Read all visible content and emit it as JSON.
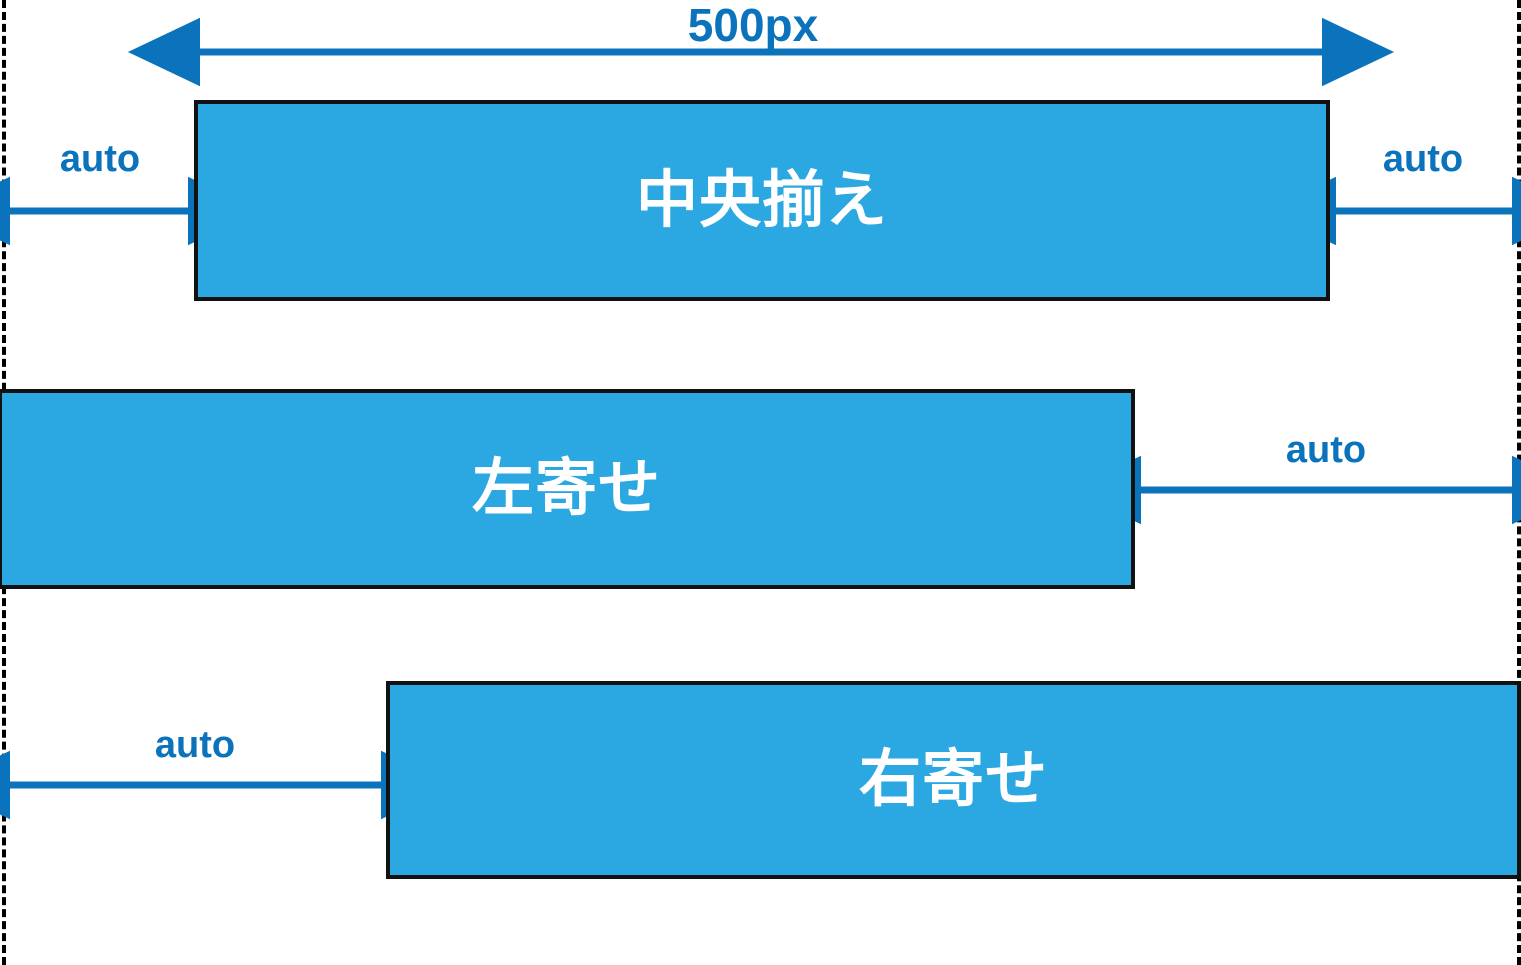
{
  "diagram": {
    "title_measurement": "500px",
    "container_color": "#ffffff",
    "box_fill_color": "#2ba7e1",
    "box_border_color": "#111111",
    "accent_color": "#0b73bc",
    "box_text_color": "#ffffff",
    "guide_line_style": "dashed",
    "rows": [
      {
        "id": "center",
        "label": "中央揃え",
        "alignment": "center",
        "margin_left": "auto",
        "margin_right": "auto"
      },
      {
        "id": "left",
        "label": "左寄せ",
        "alignment": "left",
        "margin_left": "0",
        "margin_right": "auto"
      },
      {
        "id": "right",
        "label": "右寄せ",
        "alignment": "right",
        "margin_left": "auto",
        "margin_right": "0"
      }
    ],
    "labels": {
      "width_500px": "500px",
      "auto_top_left": "auto",
      "auto_top_right": "auto",
      "auto_middle_right": "auto",
      "auto_bottom_left": "auto"
    }
  }
}
